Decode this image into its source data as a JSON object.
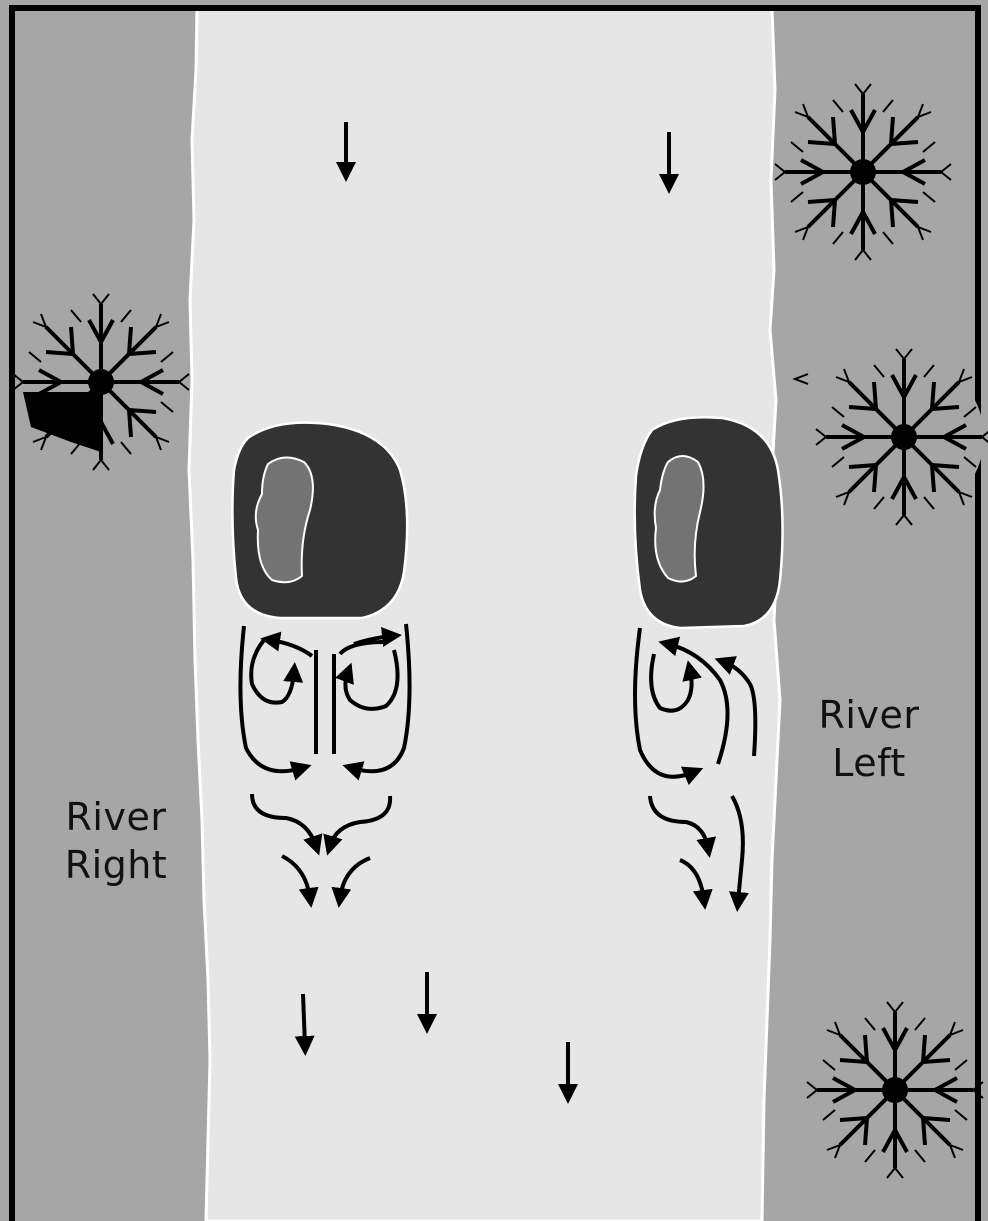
{
  "labels": {
    "river_right_line1": "River",
    "river_right_line2": "Right",
    "river_left_line1": "River",
    "river_left_line2": "Left"
  },
  "colors": {
    "bank": "#a6a6a6",
    "water": "#e6e6e6",
    "rock": "#333333",
    "rock_top": "#737373",
    "ink": "#000000",
    "frame": "#000000"
  },
  "icons": {
    "tree": "tree-icon",
    "rock": "rock-icon",
    "current_arrow": "down-arrow-icon",
    "eddy": "eddy-swirl-arrows"
  }
}
